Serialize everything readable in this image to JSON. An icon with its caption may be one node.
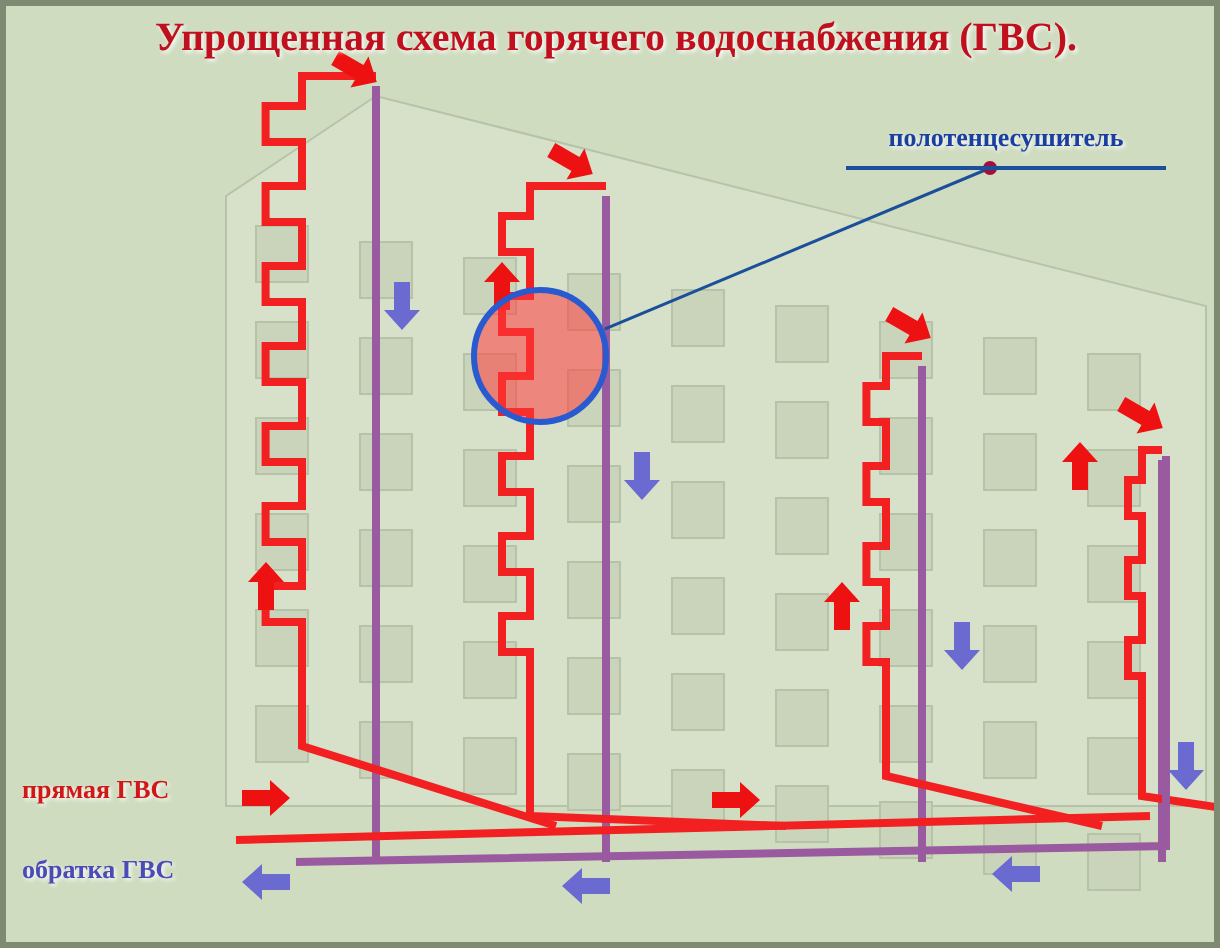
{
  "diagram": {
    "title": "Упрощенная схема горячего водоснабжения (ГВС).",
    "nodes": [
      {
        "text": [
          "полотенцесушитель"
        ]
      },
      {
        "text": [],
        "shape": "circle"
      }
    ],
    "edges": [
      {
        "from": 0,
        "to": 1,
        "arrow": "other"
      }
    ],
    "labels": [
      "прямая ГВС",
      "обратка ГВС"
    ]
  }
}
